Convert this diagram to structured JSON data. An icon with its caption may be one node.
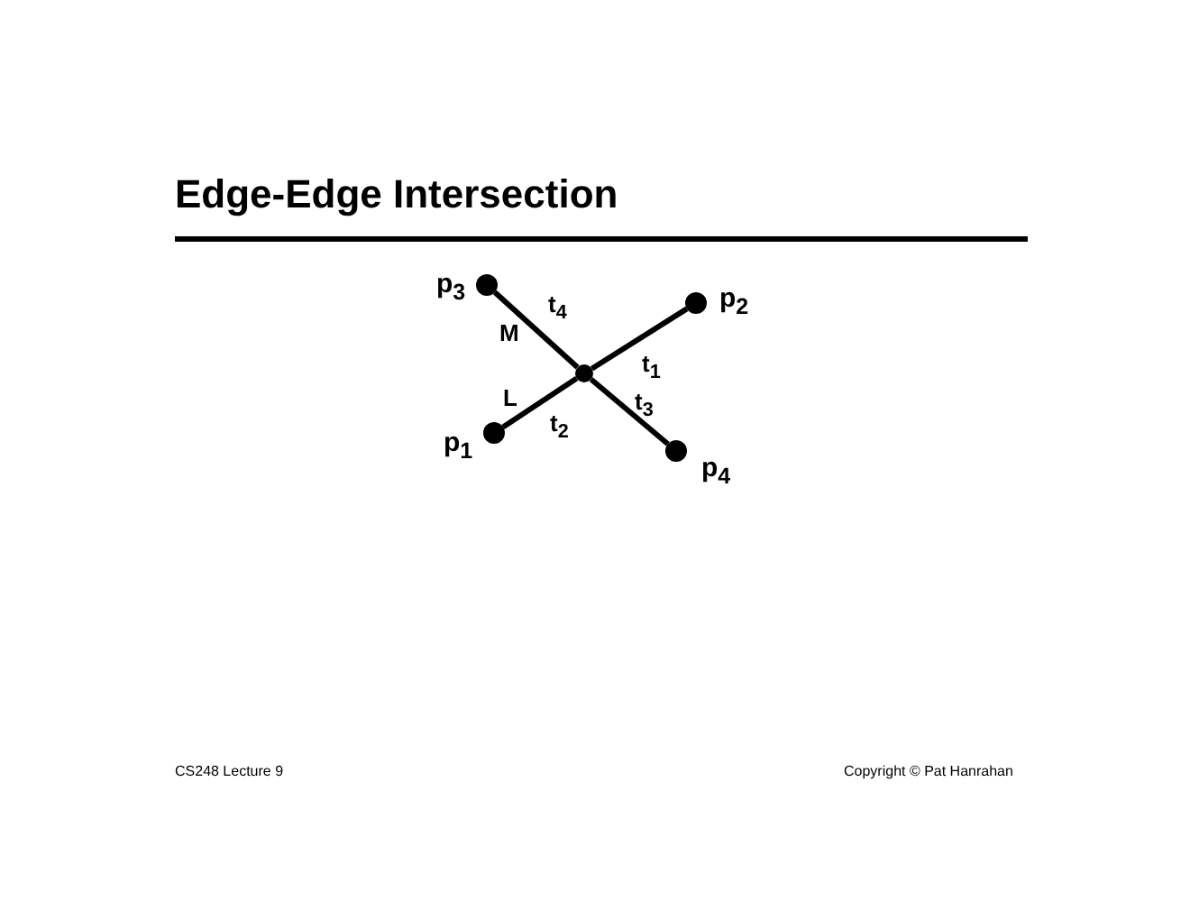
{
  "diagram": {
    "title": "Edge-Edge Intersection",
    "nodes": [
      {
        "text": [],
        "shape": "circle",
        "beside": [
          "p$_{3}$"
        ]
      },
      {
        "text": [],
        "shape": "circle",
        "beside": [
          "p$_{2}$"
        ]
      },
      {
        "text": [],
        "shape": "circle"
      },
      {
        "text": [],
        "shape": "circle",
        "beside": [
          "p$_{1}$"
        ]
      },
      {
        "text": [],
        "shape": "circle",
        "beside": [
          "p$_{4}$"
        ]
      }
    ],
    "edges": [
      {
        "from": 3,
        "to": 2,
        "arrow": "none",
        "label": "t$_{2}$"
      },
      {
        "from": 2,
        "to": 1,
        "arrow": "none",
        "label": "t$_{1}$"
      },
      {
        "from": 0,
        "to": 2,
        "arrow": "none",
        "label": "t$_{4}$"
      },
      {
        "from": 2,
        "to": 4,
        "arrow": "none",
        "label": "t$_{3}$"
      }
    ],
    "labels": [
      "M",
      "L",
      "CS248 Lecture 9",
      "Copyright © Pat Hanrahan"
    ]
  }
}
